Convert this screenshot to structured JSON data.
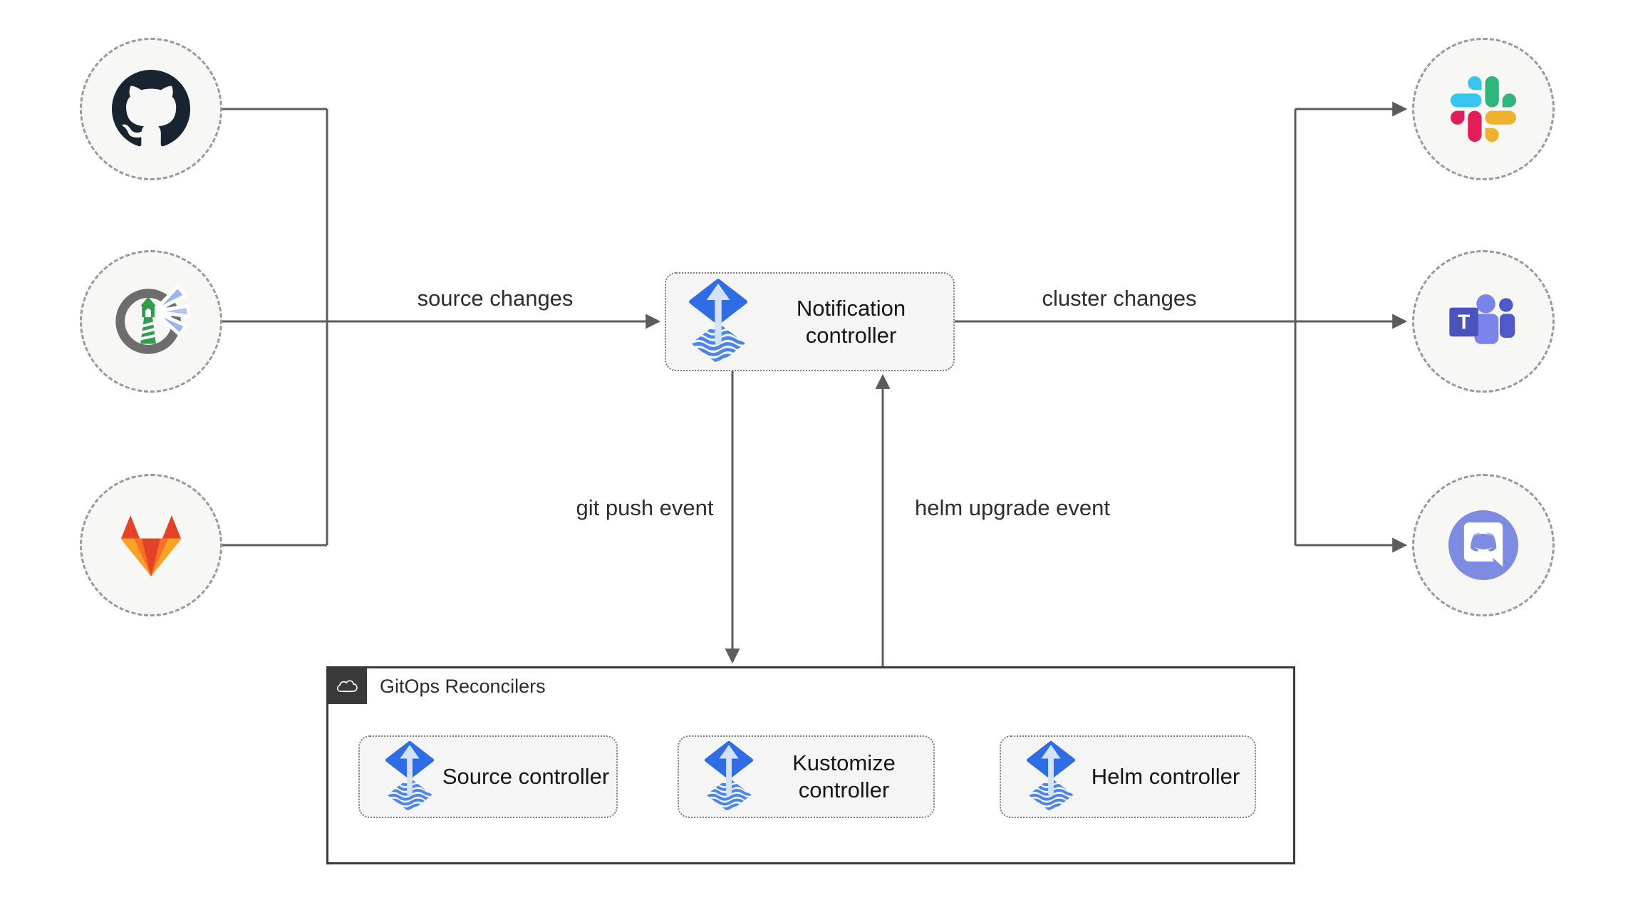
{
  "nodes": {
    "notification": {
      "label": "Notification controller"
    },
    "source": {
      "label": "Source controller"
    },
    "kustomize": {
      "label": "Kustomize controller"
    },
    "helm": {
      "label": "Helm controller"
    }
  },
  "edges": {
    "source_changes": "source changes",
    "cluster_changes": "cluster changes",
    "git_push_event": "git push event",
    "helm_upgrade_event": "helm upgrade event"
  },
  "container": {
    "title": "GitOps Reconcilers"
  },
  "icons": {
    "left_sources": [
      "github-icon",
      "harbor-icon",
      "gitlab-icon"
    ],
    "right_targets": [
      "slack-icon",
      "teams-icon",
      "discord-icon"
    ],
    "node_icon": "flux-icon",
    "container_badge": "cloud-icon",
    "teams_letter": "T"
  },
  "colors": {
    "line": "#5c5c5c",
    "node_fill": "#f5f5f5",
    "node_border": "#7a7a7a",
    "circle_fill": "#f7f7f5",
    "circle_border": "#9a9a9a",
    "container_border": "#3a3a3a",
    "badge_bg": "#3a3a3a",
    "flux_blue": "#2e6de5",
    "flux_light": "#d3e2f9",
    "github_dark": "#182430",
    "harbor_gray": "#6d6d6d",
    "harbor_green": "#2f9e4c",
    "harbor_beam": "#97b5f2",
    "gitlab_red": "#e24329",
    "gitlab_orange": "#fc6d26",
    "gitlab_yellow": "#fca326",
    "slack_blue": "#36C5F0",
    "slack_green": "#2EB67D",
    "slack_yellow": "#ECB22E",
    "slack_red": "#E01E5A",
    "teams_dark": "#5059c9",
    "teams_light": "#7b83eb",
    "teams_square": "#4b53bc",
    "discord_blurple": "#7d8ce0"
  }
}
